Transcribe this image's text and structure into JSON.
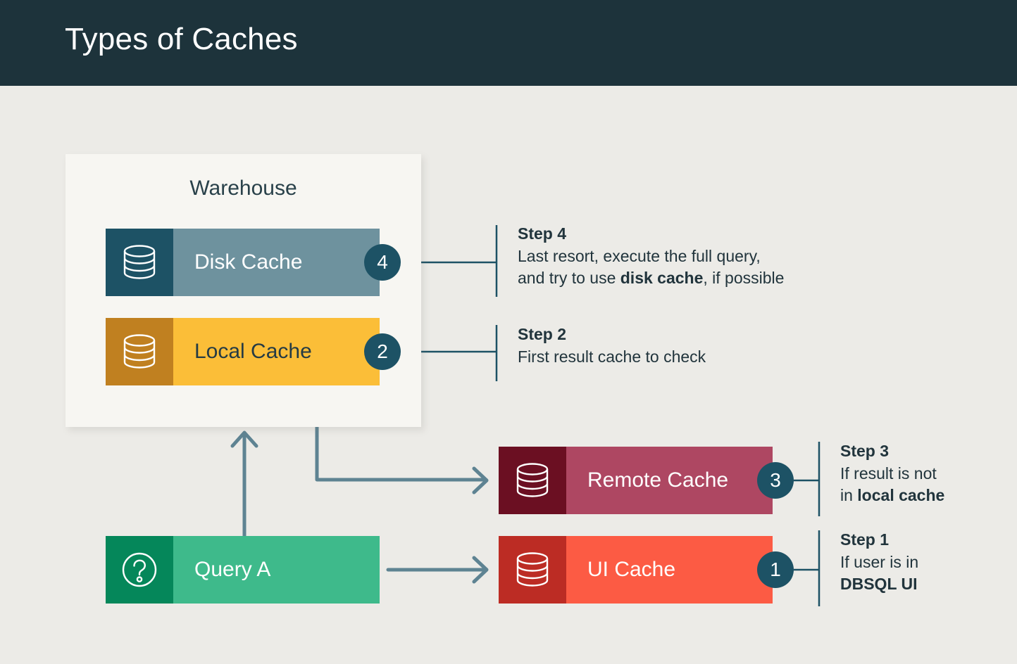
{
  "header": {
    "title": "Types of Caches",
    "background": "#1D333B"
  },
  "page": {
    "background": "#ECEBE7"
  },
  "warehouse": {
    "label": "Warehouse",
    "background": "#F7F6F2"
  },
  "bars": {
    "disk": {
      "label": "Disk Cache",
      "icon": "database-icon",
      "icon_color": "#1D5265",
      "body_color": "#6E929E",
      "text_color": "#FFFFFF",
      "badge": "4"
    },
    "local": {
      "label": "Local Cache",
      "icon": "database-icon",
      "icon_color": "#C08020",
      "body_color": "#FBBE38",
      "text_color": "#253B44",
      "badge": "2"
    },
    "remote": {
      "label": "Remote Cache",
      "icon": "database-icon",
      "icon_color": "#6B0F22",
      "body_color": "#AE4762",
      "text_color": "#FFFFFF",
      "badge": "3"
    },
    "ui": {
      "label": "UI Cache",
      "icon": "database-icon",
      "icon_color": "#BC2C24",
      "body_color": "#FC5B44",
      "text_color": "#FFFFFF",
      "badge": "1"
    },
    "query": {
      "label": "Query A",
      "icon": "question-mark-circle-icon",
      "icon_color": "#05875A",
      "body_color": "#3EBA8B",
      "text_color": "#FFFFFF",
      "badge": ""
    }
  },
  "steps": [
    {
      "id": "step-4",
      "title": "Step 4",
      "line1_plain": "Last resort, execute the full query,",
      "line2_pre": "and try to use ",
      "line2_bold": "disk cache",
      "line2_post": ", if possible",
      "badge": "4",
      "target": "Disk Cache"
    },
    {
      "id": "step-2",
      "title": "Step 2",
      "line1_plain": "First result cache to check",
      "line2_pre": "",
      "line2_bold": "",
      "line2_post": "",
      "badge": "2",
      "target": "Local Cache"
    },
    {
      "id": "step-3",
      "title": "Step 3",
      "line1_plain": "If result is not",
      "line2_pre": "in ",
      "line2_bold": "local cache",
      "line2_post": "",
      "badge": "3",
      "target": "Remote Cache"
    },
    {
      "id": "step-1",
      "title": "Step 1",
      "line1_plain": "If user is in",
      "line2_pre": "",
      "line2_bold": "DBSQL UI",
      "line2_post": "",
      "badge": "1",
      "target": "UI Cache"
    }
  ],
  "colors": {
    "connector": "#5E8392",
    "bracket": "#1D5265",
    "badge": "#1D5265",
    "text_dark": "#21343C"
  }
}
